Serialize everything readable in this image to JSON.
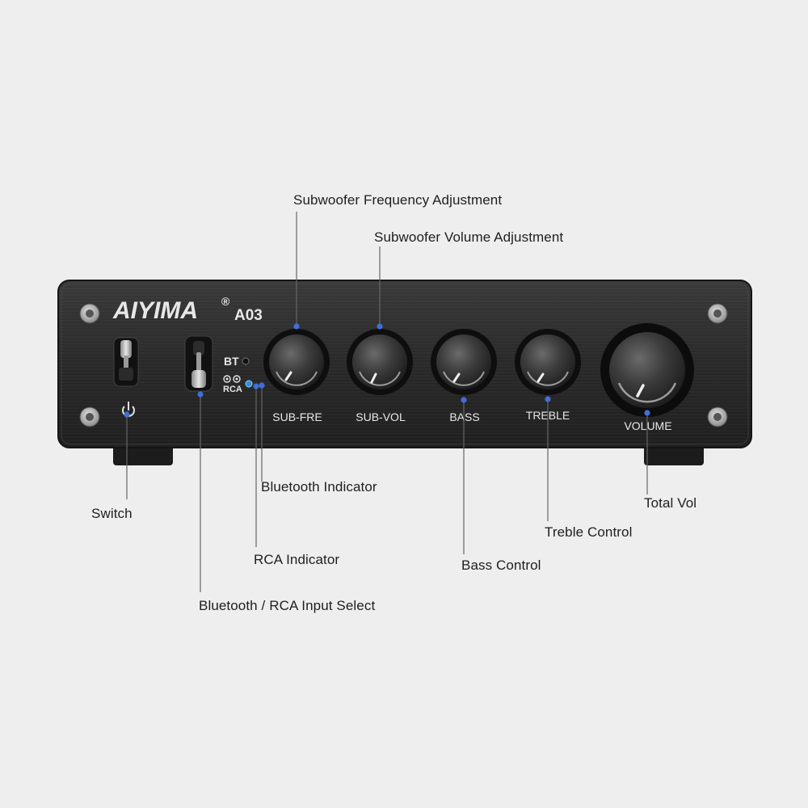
{
  "device": {
    "brand": "AIYIMA",
    "registered_mark": "®",
    "model": "A03",
    "indicator_bt": "BT",
    "indicator_rca": "RCA"
  },
  "controls": {
    "sub_fre": "SUB-FRE",
    "sub_vol": "SUB-VOL",
    "bass": "BASS",
    "treble": "TREBLE",
    "volume": "VOLUME"
  },
  "callouts": {
    "sub_freq": "Subwoofer Frequency Adjustment",
    "sub_vol": "Subwoofer Volume Adjustment",
    "bt_indicator": "Bluetooth Indicator",
    "switch": "Switch",
    "rca_indicator": "RCA Indicator",
    "input_select": "Bluetooth / RCA Input Select",
    "bass": "Bass Control",
    "treble": "Treble Control",
    "total_vol": "Total Vol"
  },
  "colors": {
    "background": "#eeeeee",
    "panel": "#2b2b2b",
    "callout_dot": "#3f6fd8",
    "callout_line": "#666666",
    "indicator_led": "#2f8fd6"
  }
}
